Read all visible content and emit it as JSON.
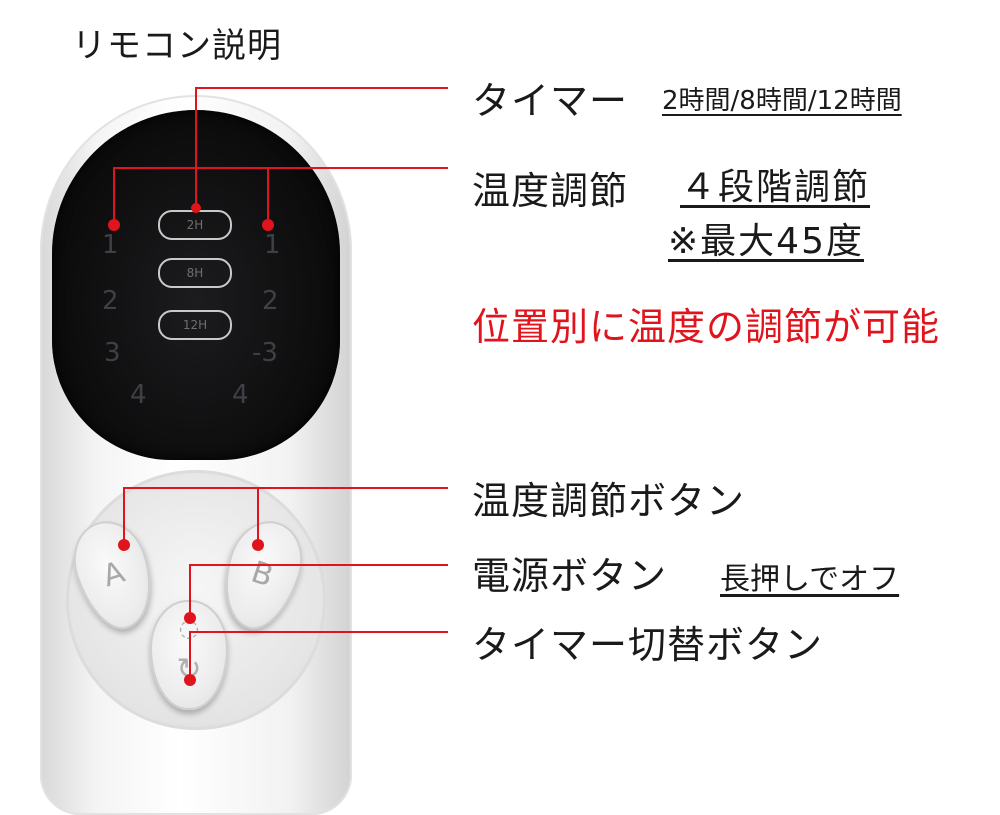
{
  "title": "リモコン説明",
  "labels": {
    "timer": "タイマー",
    "timer_note": "2時間/8時間/12時間",
    "temp": "温度調節",
    "temp_note1": "４段階調節",
    "temp_note2": "※最大45度",
    "temp_red": "位置別に温度の調節が可能",
    "temp_button": "温度調節ボタン",
    "power_button": "電源ボタン",
    "power_note": "長押しでオフ",
    "timer_switch": "タイマー切替ボタン"
  },
  "remote": {
    "timer_options": [
      "2H",
      "8H",
      "12H"
    ],
    "levels_left": [
      "1",
      "2",
      "3",
      "4"
    ],
    "levels_right": [
      "1",
      "2",
      "-3",
      "4"
    ],
    "btn_a": "A",
    "btn_b": "B",
    "btn_c_top": "◌",
    "btn_c_bottom": "↻"
  },
  "colors": {
    "accent_red": "#e0141c",
    "screen": "#0b0b0c",
    "body": "#f2f2f2"
  }
}
